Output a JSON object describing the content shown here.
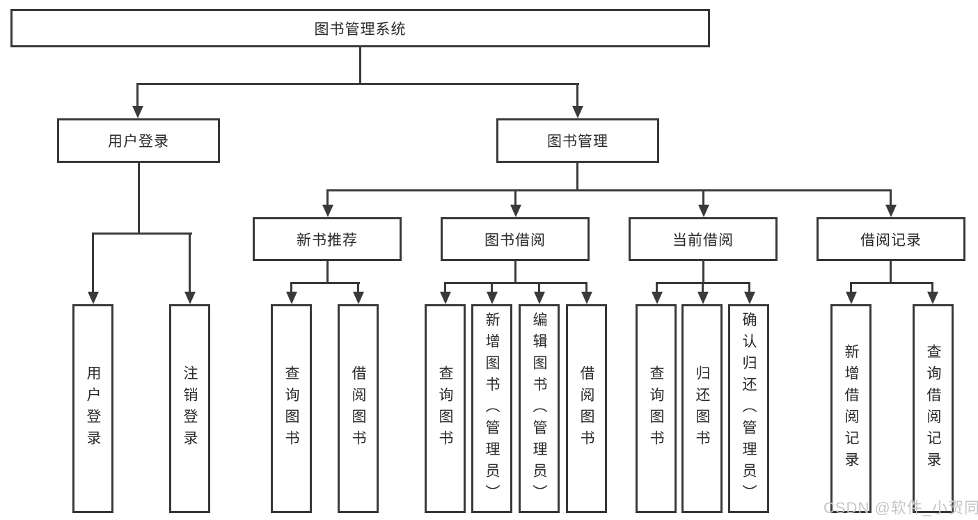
{
  "diagram_title": "图书管理系统",
  "tree": {
    "root": {
      "label": "图书管理系统",
      "children": [
        {
          "label": "用户登录",
          "children": [
            {
              "label": "用户登录"
            },
            {
              "label": "注销登录"
            }
          ]
        },
        {
          "label": "图书管理",
          "children": [
            {
              "label": "新书推荐",
              "children": [
                {
                  "label": "查询图书"
                },
                {
                  "label": "借阅图书"
                }
              ]
            },
            {
              "label": "图书借阅",
              "children": [
                {
                  "label": "查询图书"
                },
                {
                  "label": "新增图书（管理员）"
                },
                {
                  "label": "编辑图书（管理员）"
                },
                {
                  "label": "借阅图书"
                }
              ]
            },
            {
              "label": "当前借阅",
              "children": [
                {
                  "label": "查询图书"
                },
                {
                  "label": "归还图书"
                },
                {
                  "label": "确认归还（管理员）"
                }
              ]
            },
            {
              "label": "借阅记录",
              "children": [
                {
                  "label": "新增借阅记录"
                },
                {
                  "label": "查询借阅记录"
                }
              ]
            }
          ]
        }
      ]
    }
  },
  "watermark": {
    "text": "CSDN @软件_小贺同学"
  },
  "colors": {
    "background": "#ffffff",
    "box_border": "#383838",
    "box_fill": "#ffffff",
    "connector_line": "#3a3a3a",
    "text": "#2a2a2a",
    "watermark": "#c3c6c9"
  }
}
